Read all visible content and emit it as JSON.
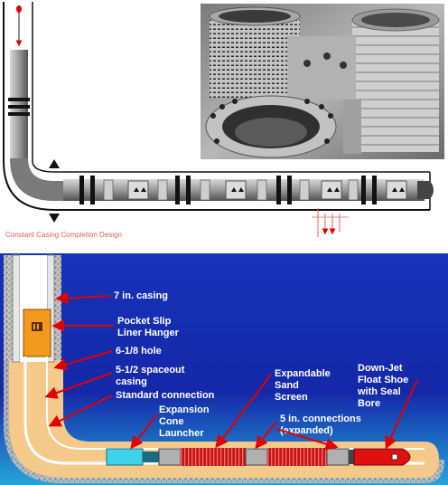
{
  "top_caption": "Constant Casing Completion Design",
  "labels": {
    "casing": "7 in. casing",
    "hanger_1": "Pocket Slip",
    "hanger_2": "Liner Hanger",
    "hole": "6-1/8 hole",
    "spaceout_1": "5-1/2 spaceout",
    "spaceout_2": "casing",
    "standard": "Standard connection",
    "cone_1": "Expansion",
    "cone_2": "Cone",
    "cone_3": "Launcher",
    "screen_1": "Expandable",
    "screen_2": "Sand",
    "screen_3": "Screen",
    "conn_1": "5 in. connections",
    "conn_2": "(expanded)",
    "shoe_1": "Down-Jet",
    "shoe_2": "Float Shoe",
    "shoe_3": "with Seal",
    "shoe_4": "Bore"
  },
  "colors": {
    "panel_blue": "#1a2fb0",
    "annulus_tan": "#f4c98a",
    "screen_red": "#c81818",
    "launcher_cyan": "#3fd2e8",
    "shoe_red": "#e01010",
    "hanger_orange": "#f29a1e",
    "arrow_red": "#e00000"
  }
}
